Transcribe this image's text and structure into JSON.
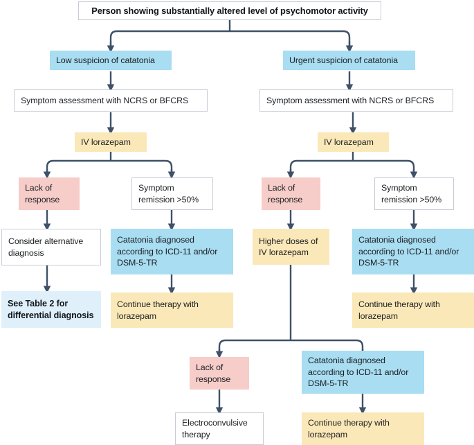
{
  "figure": {
    "type": "flowchart",
    "title": "Catatonia diagnosis and treatment algorithm",
    "palette": {
      "line": "#3f5068",
      "blue": "#a8ddf2",
      "blue_pale": "#dff0fb",
      "yellow": "#fbe8b8",
      "pink": "#f6cdc9",
      "white": "#ffffff",
      "border": "#c9ccd6",
      "text": "#1d1f21"
    }
  },
  "nodes": {
    "root": "Person showing substantially altered level of psychomotor activity",
    "low_suspicion": "Low suspicion of catatonia",
    "urgent_suspicion": "Urgent suspicion of catatonia",
    "assess_left": "Symptom assessment with NCRS or BFCRS",
    "assess_right": "Symptom assessment with NCRS or BFCRS",
    "lorazepam_left": "IV lorazepam",
    "lorazepam_right": "IV lorazepam",
    "lack_l1": "Lack of\nresponse",
    "remission_l1": "Symptom\nremission >50%",
    "lack_r1": "Lack of\nresponse",
    "remission_r1": "Symptom\nremission >50%",
    "consider_alt": "Consider alternative\ndiagnosis",
    "catatonia_l": "Catatonia diagnosed\naccording to ICD-11 and/or\nDSM-5-TR",
    "higher_doses": "Higher doses of\nIV lorazepam",
    "catatonia_r": "Catatonia diagnosed\naccording to ICD-11 and/or\nDSM-5-TR",
    "see_table": "See Table 2 for\ndifferential diagnosis",
    "continue_l": "Continue therapy with\nlorazepam",
    "continue_r": "Continue therapy with\nlorazepam",
    "lack_bottom": "Lack of\nresponse",
    "catatonia_bottom": "Catatonia diagnosed\naccording to ICD-11 and/or\nDSM-5-TR",
    "ect": "Electroconvulsive\ntherapy",
    "continue_bottom": "Continue therapy with\nlorazepam"
  }
}
